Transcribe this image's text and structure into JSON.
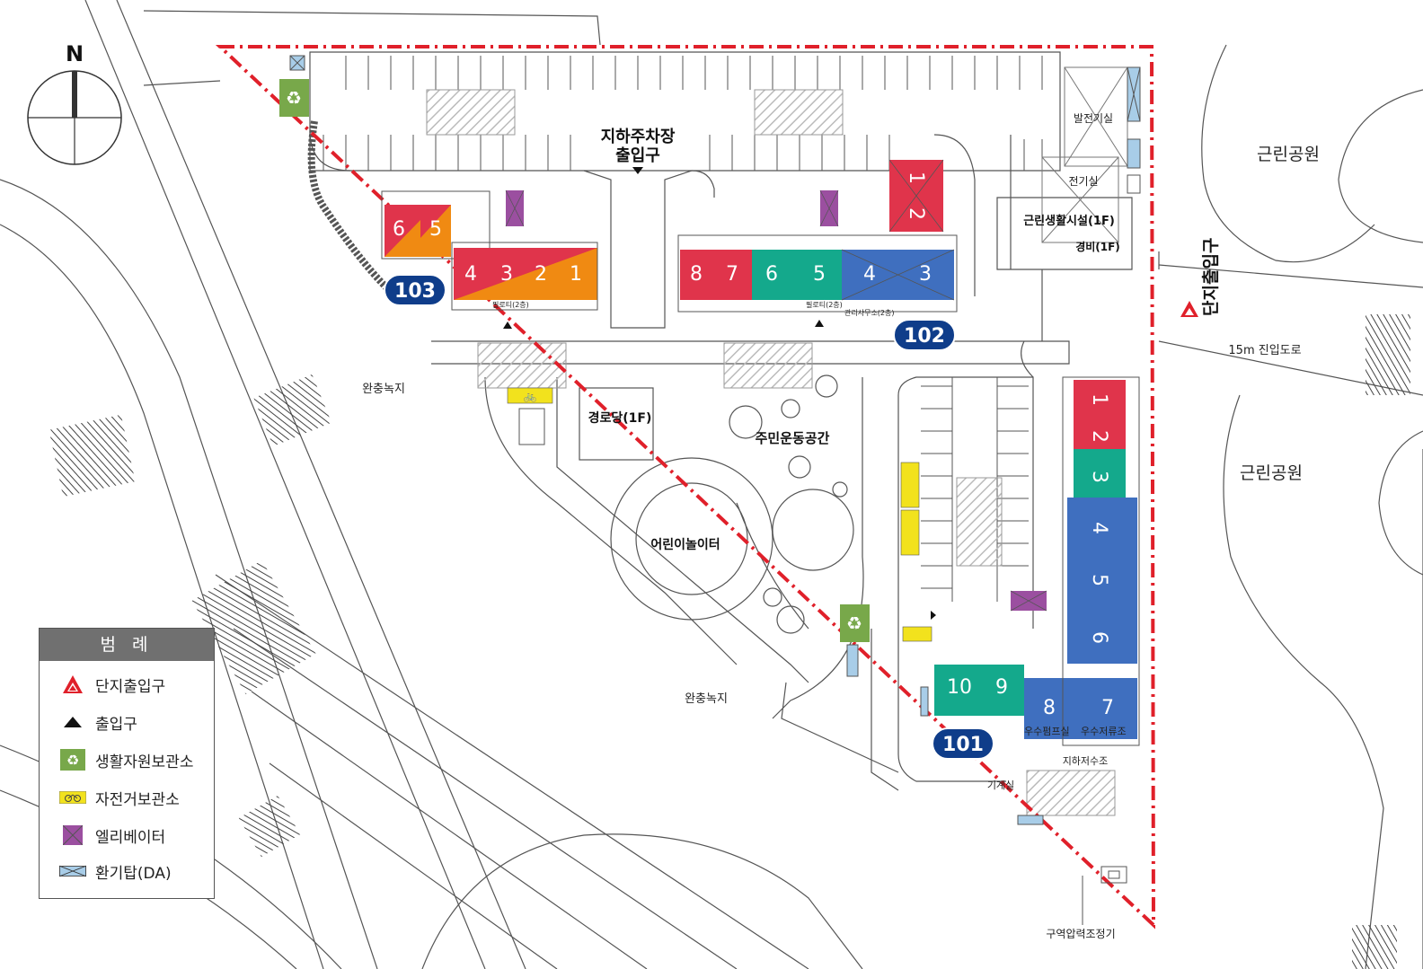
{
  "compass": {
    "north_label": "N"
  },
  "buildings": {
    "b101": {
      "label": "101"
    },
    "b102": {
      "label": "102"
    },
    "b103": {
      "label": "103"
    }
  },
  "units": {
    "b103": [
      "6",
      "5",
      "4",
      "3",
      "2",
      "1"
    ],
    "b102": [
      "8",
      "7",
      "6",
      "5",
      "4",
      "3",
      "1",
      "2"
    ],
    "b101": [
      "1",
      "2",
      "3",
      "4",
      "5",
      "6",
      "10",
      "9",
      "8",
      "7"
    ]
  },
  "labels": {
    "parking_entrance_line1": "지하주차장",
    "parking_entrance_line2": "출입구",
    "neighborhood_park_1": "근린공원",
    "neighborhood_park_2": "근린공원",
    "generator_room": "발전기실",
    "electric_room": "전기실",
    "neighborhood_facility": "근린생활시설(1F)",
    "guard": "경비(1F)",
    "complex_entrance": "단지출입구",
    "access_road": "15m 진입도로",
    "buffer_green_1": "완충녹지",
    "buffer_green_2": "완충녹지",
    "senior_center": "경로당(1F)",
    "community_exercise": "주민운동공간",
    "playground": "어린이놀이터",
    "pilotis_103": "필로티(2층)",
    "pilotis_102": "필로티(2층)",
    "management_office": "관리사무소(2층)",
    "rain_pump": "우수펌프실",
    "rain_tank": "우수저류조",
    "underground_water": "지하저수조",
    "machine_room": "기계실",
    "pressure_regulator": "구역압력조정기"
  },
  "legend": {
    "title": "범 례",
    "items": [
      {
        "icon": "complex-entrance-icon",
        "label": "단지출입구"
      },
      {
        "icon": "entrance-icon",
        "label": "출입구"
      },
      {
        "icon": "recycling-icon",
        "label": "생활자원보관소"
      },
      {
        "icon": "bicycle-icon",
        "label": "자전거보관소"
      },
      {
        "icon": "elevator-icon",
        "label": "엘리베이터"
      },
      {
        "icon": "ventilation-icon",
        "label": "환기탑(DA)"
      }
    ]
  },
  "colors": {
    "red": "#e0344b",
    "orange": "#f08a12",
    "teal": "#14a98c",
    "blue": "#3f6fbf",
    "badge": "#0f3d8a",
    "boundary": "#e0202a",
    "recycling": "#78a84a",
    "bicycle": "#f2e21d",
    "elevator": "#9b4fa0",
    "ventilation": "#a8cde8"
  }
}
